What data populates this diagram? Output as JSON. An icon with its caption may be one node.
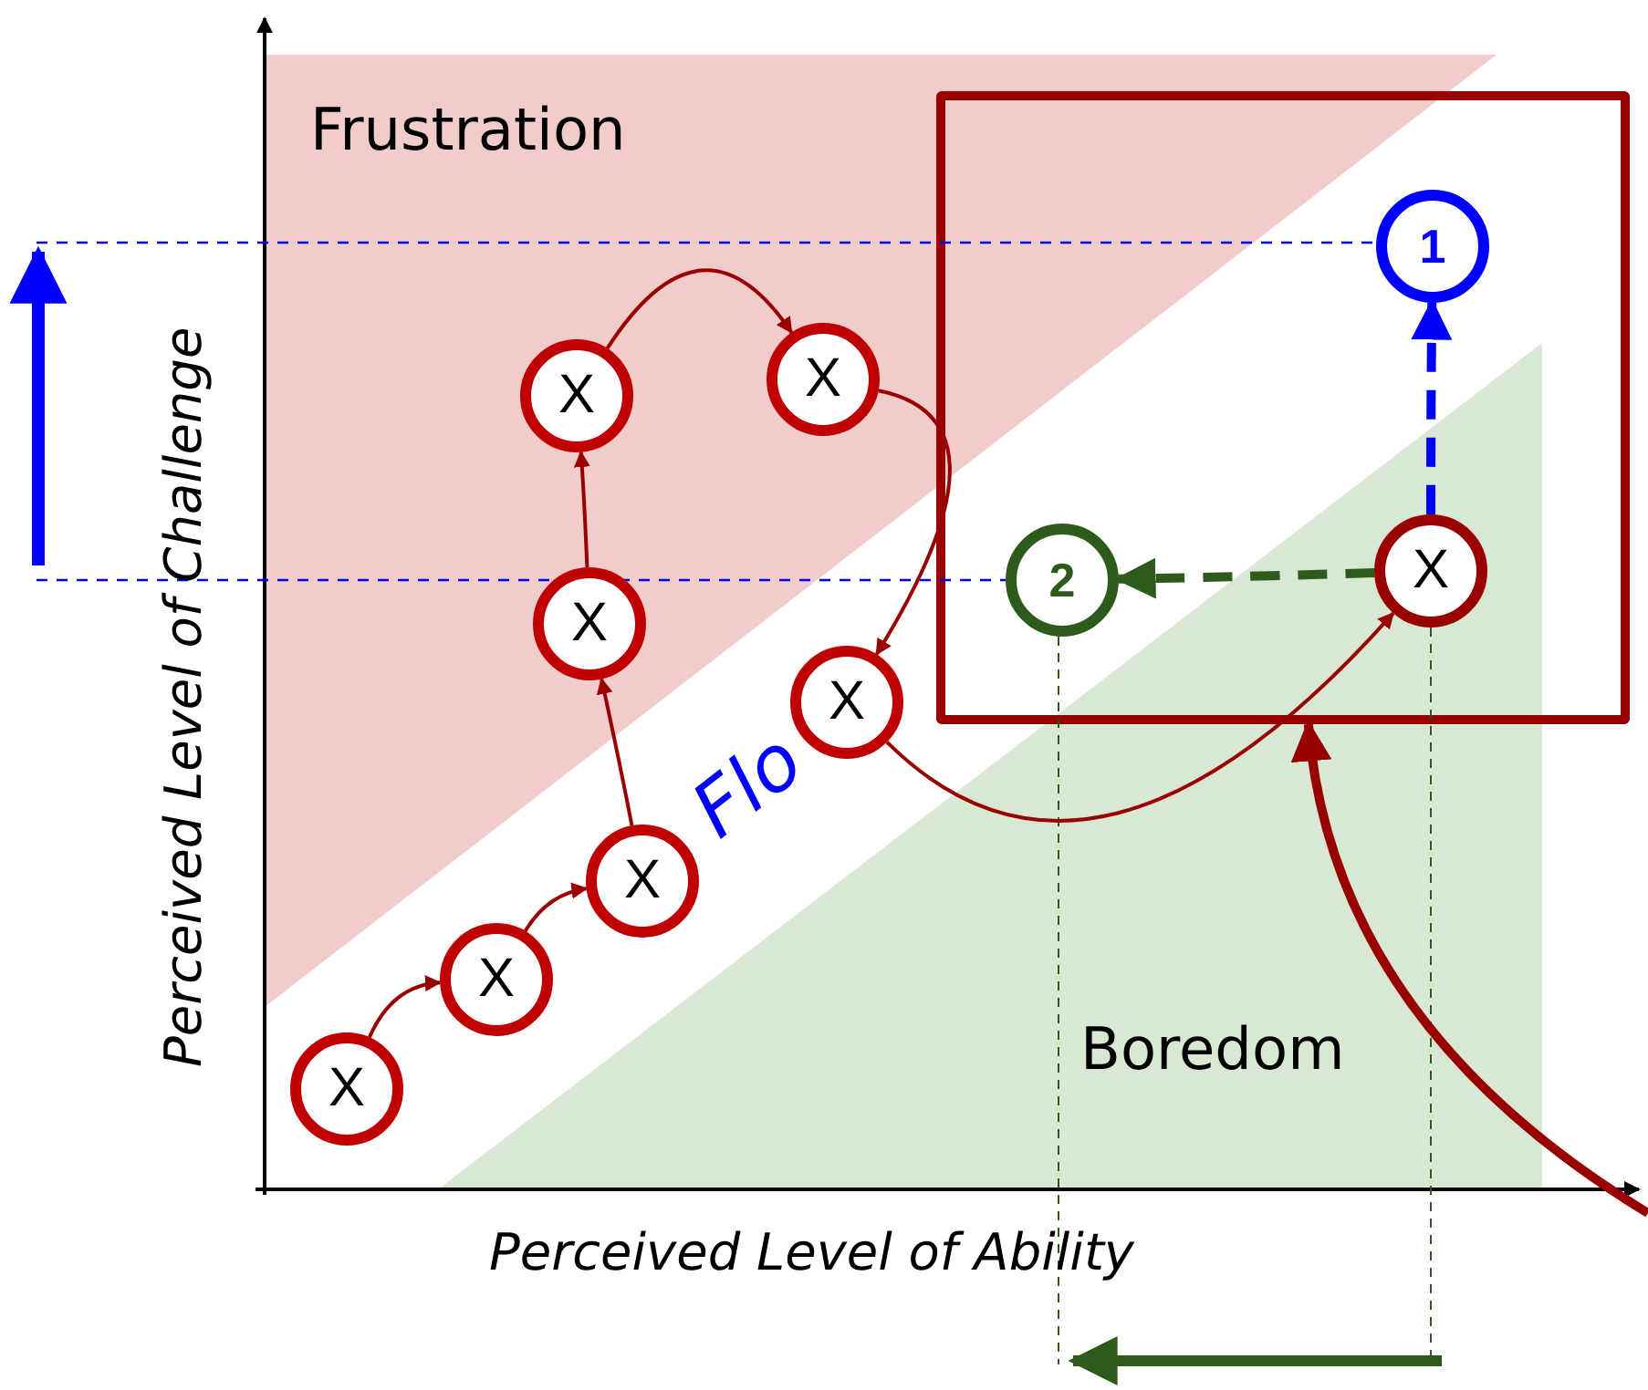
{
  "diagram": {
    "nodes": [
      {
        "text": [],
        "shape": "box"
      },
      {
        "text": [
          "X"
        ]
      },
      {
        "text": [
          "X"
        ]
      },
      {
        "text": [
          "X"
        ]
      },
      {
        "text": [
          "X"
        ]
      },
      {
        "text": [
          "X"
        ]
      },
      {
        "text": [
          "X"
        ]
      },
      {
        "text": [
          "X"
        ]
      },
      {
        "text": [
          "1"
        ],
        "in": 0
      },
      {
        "text": [
          "2"
        ],
        "in": 0
      },
      {
        "text": [
          "X"
        ],
        "in": 0
      }
    ],
    "edges": [
      {
        "from": 1,
        "to": 2,
        "arrow": "to"
      },
      {
        "from": 2,
        "to": 3,
        "arrow": "to"
      },
      {
        "from": 3,
        "to": 4,
        "arrow": "to"
      },
      {
        "from": 4,
        "to": 5,
        "arrow": "to"
      },
      {
        "from": 5,
        "to": 6,
        "arrow": "to"
      },
      {
        "from": 6,
        "to": 7,
        "arrow": "to"
      },
      {
        "from": 7,
        "to": 10,
        "arrow": "to"
      },
      {
        "from": 10,
        "to": 8,
        "arrow": "to",
        "style": "dashed",
        "color": "#0000ff"
      },
      {
        "from": 10,
        "to": 9,
        "arrow": "to",
        "style": "dashed",
        "color": "#2e5a1c"
      },
      {
        "from": null,
        "to": 0,
        "arrow": "to",
        "style": "thick"
      }
    ],
    "labels": [
      "Frustration",
      "Flo",
      "Perceived Level of Challenge",
      "Boredom",
      "Perceived Level of Ability"
    ]
  }
}
